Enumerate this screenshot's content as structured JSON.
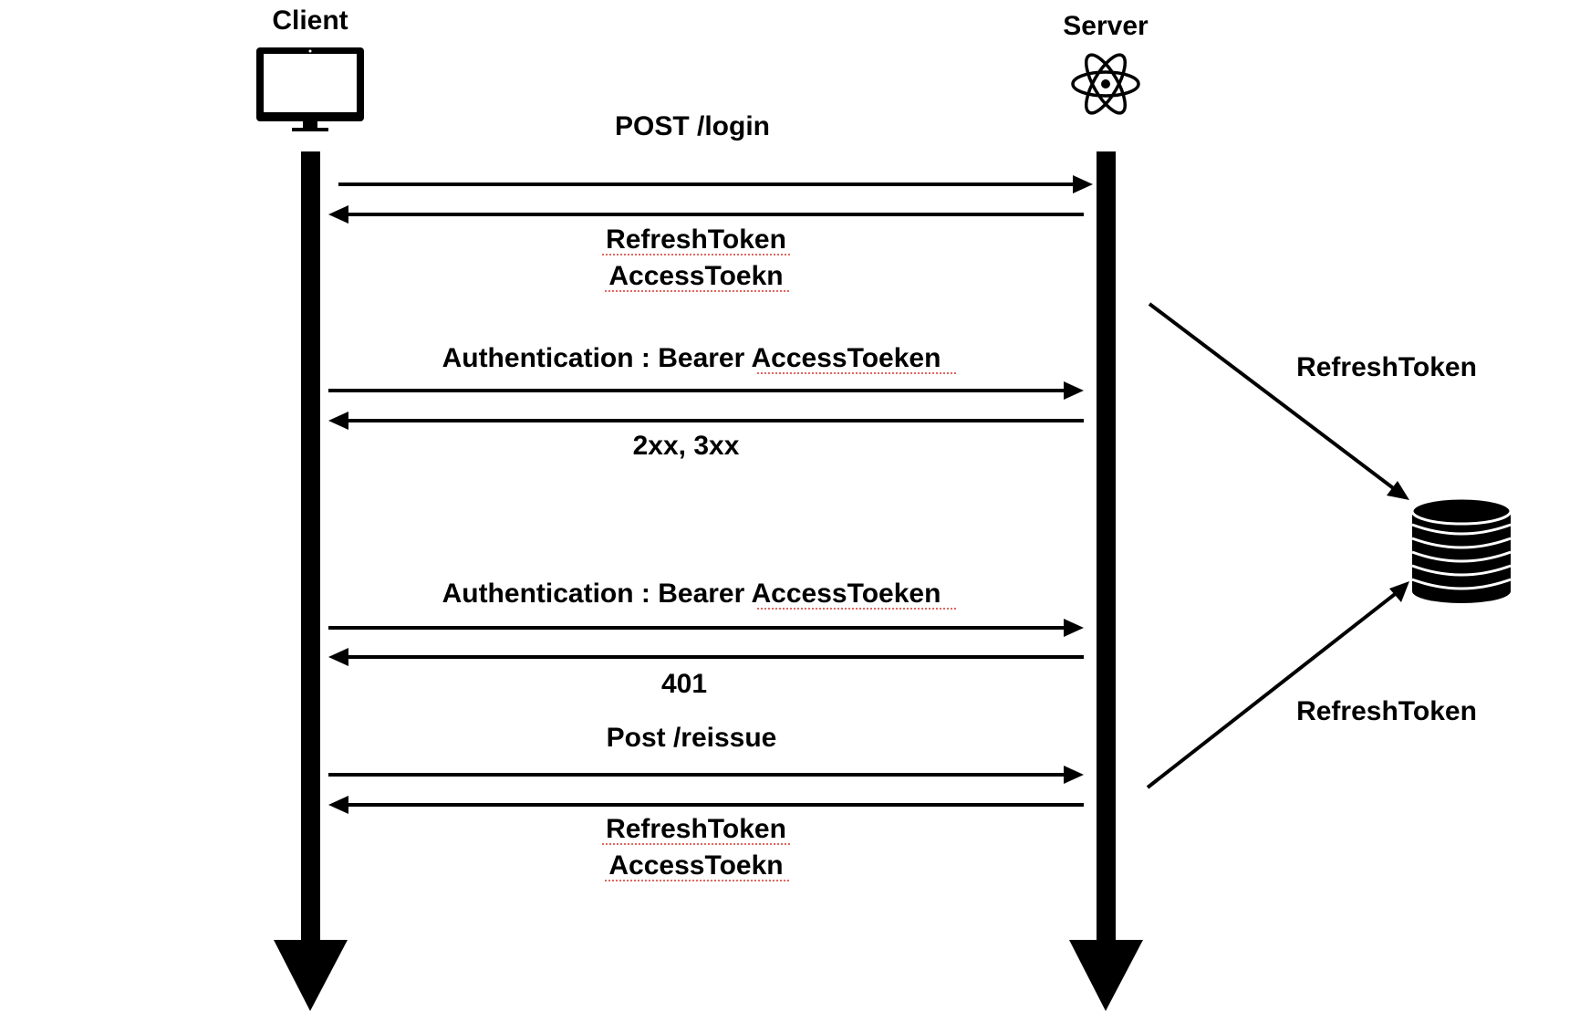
{
  "participants": {
    "client": "Client",
    "server": "Server"
  },
  "messages": {
    "login_request": "POST /login",
    "login_response_line1": "RefreshToken",
    "login_response_line2": "AccessToekn",
    "auth_request_1": "Authentication : Bearer AccessToeken",
    "auth_response_1": "2xx, 3xx",
    "auth_request_2": "Authentication : Bearer AccessToeken",
    "auth_response_2": "401",
    "reissue_request": "Post /reissue",
    "reissue_response_line1": "RefreshToken",
    "reissue_response_line2": "AccessToekn"
  },
  "storage": {
    "store_label": "RefreshToken",
    "read_label": "RefreshToken"
  },
  "icons": {
    "client": "monitor-icon",
    "server": "atom-icon",
    "storage": "database-icon"
  }
}
